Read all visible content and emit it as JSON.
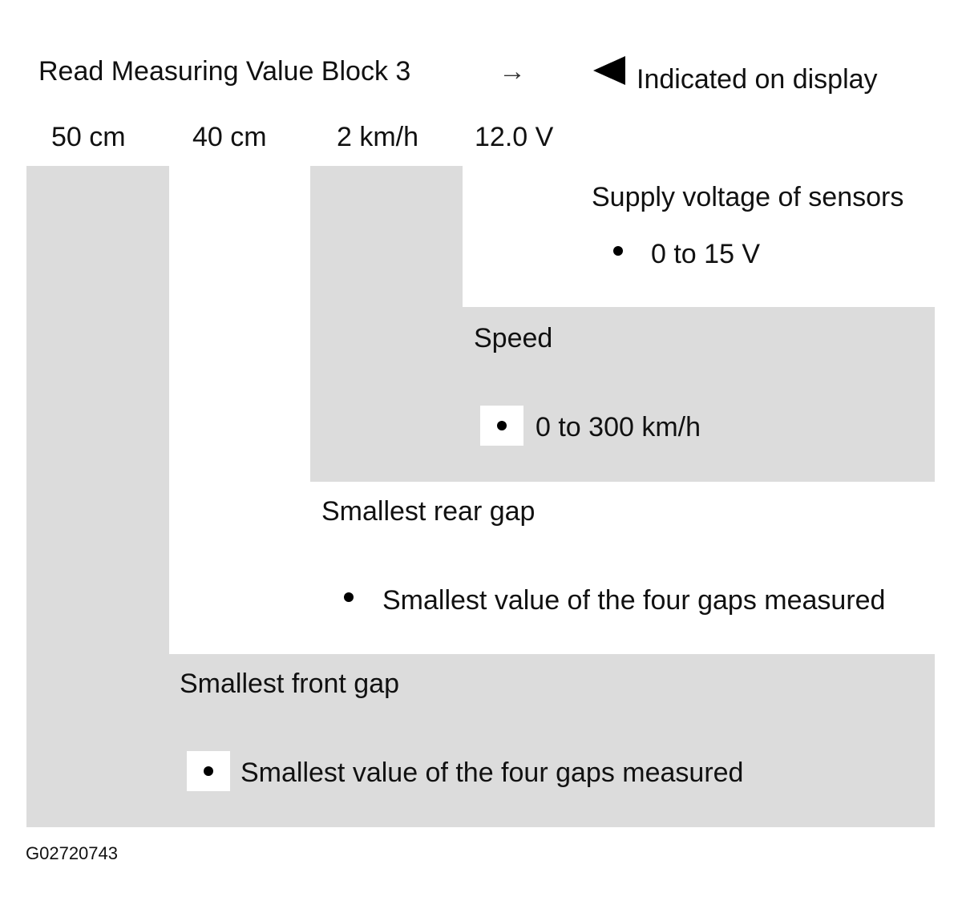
{
  "header": {
    "title": "Read Measuring Value Block 3",
    "arrow": "→",
    "indicated_label": "Indicated on display"
  },
  "values": [
    "50 cm",
    "40 cm",
    "2 km/h",
    "12.0 V"
  ],
  "fields": {
    "supply": {
      "label": "Supply voltage of sensors",
      "bullet": "0 to 15 V"
    },
    "speed": {
      "label": "Speed",
      "bullet": "0 to 300 km/h"
    },
    "rear": {
      "label": "Smallest rear gap",
      "bullet": "Smallest value of the four gaps measured"
    },
    "front": {
      "label": "Smallest front gap",
      "bullet": "Smallest value of the four gaps measured"
    }
  },
  "figure_code": "G02720743",
  "colors": {
    "panel_fill": "#dcdcdc",
    "text": "#111111",
    "background": "#ffffff"
  }
}
